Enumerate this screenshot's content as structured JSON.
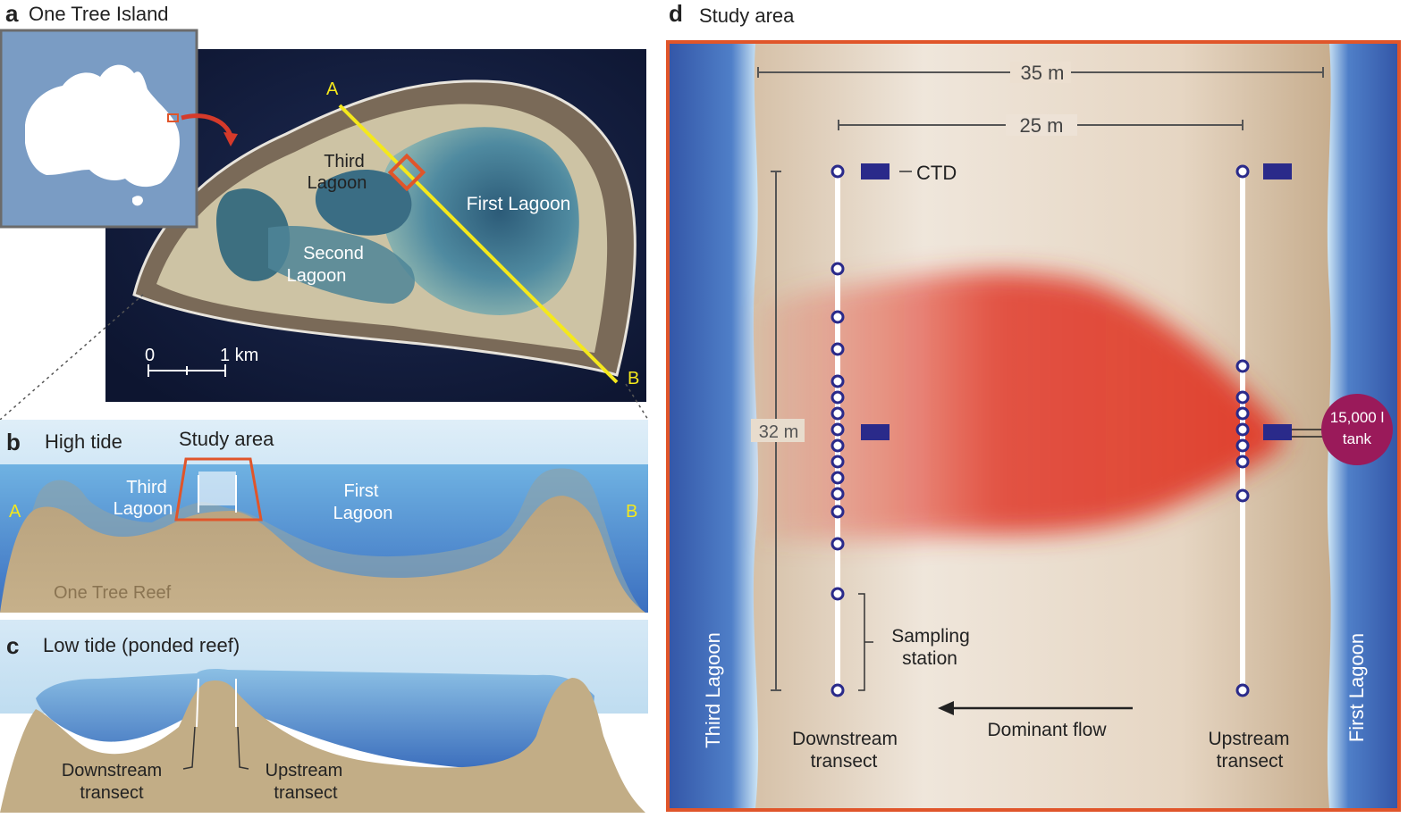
{
  "panel_a": {
    "letter": "a",
    "title": "One Tree Island",
    "labels": {
      "third_lagoon_1": "Third",
      "third_lagoon_2": "Lagoon",
      "first_lagoon": "First Lagoon",
      "second_lagoon_1": "Second",
      "second_lagoon_2": "Lagoon",
      "point_a": "A",
      "point_b": "B",
      "scale_zero": "0",
      "scale_one": "1 km"
    }
  },
  "panel_b": {
    "letter": "b",
    "title": "High tide",
    "study_area": "Study area",
    "third_lagoon_1": "Third",
    "third_lagoon_2": "Lagoon",
    "first_lagoon_1": "First",
    "first_lagoon_2": "Lagoon",
    "point_a": "A",
    "point_b": "B",
    "reef": "One Tree Reef"
  },
  "panel_c": {
    "letter": "c",
    "title": "Low tide (ponded reef)",
    "downstream_1": "Downstream",
    "downstream_2": "transect",
    "upstream_1": "Upstream",
    "upstream_2": "transect"
  },
  "panel_d": {
    "letter": "d",
    "title": "Study area",
    "width_outer": "35 m",
    "width_inner": "25 m",
    "height": "32 m",
    "ctd": "CTD",
    "tank_1": "15,000 l",
    "tank_2": "tank",
    "sampling_1": "Sampling",
    "sampling_2": "station",
    "flow": "Dominant flow",
    "downstream_1": "Downstream",
    "downstream_2": "transect",
    "upstream_1": "Upstream",
    "upstream_2": "transect",
    "third_lagoon": "Third Lagoon",
    "first_lagoon": "First Lagoon"
  },
  "colors": {
    "frame_orange": "#e0552a",
    "station_blue": "#2a2a8a",
    "dye_red": "#e03a2a",
    "tank_purple": "#9a1a5a",
    "transect_yellow": "#f4e81c"
  },
  "icons": [
    "australia-map-icon",
    "curved-arrow-icon",
    "flow-arrow-icon"
  ]
}
